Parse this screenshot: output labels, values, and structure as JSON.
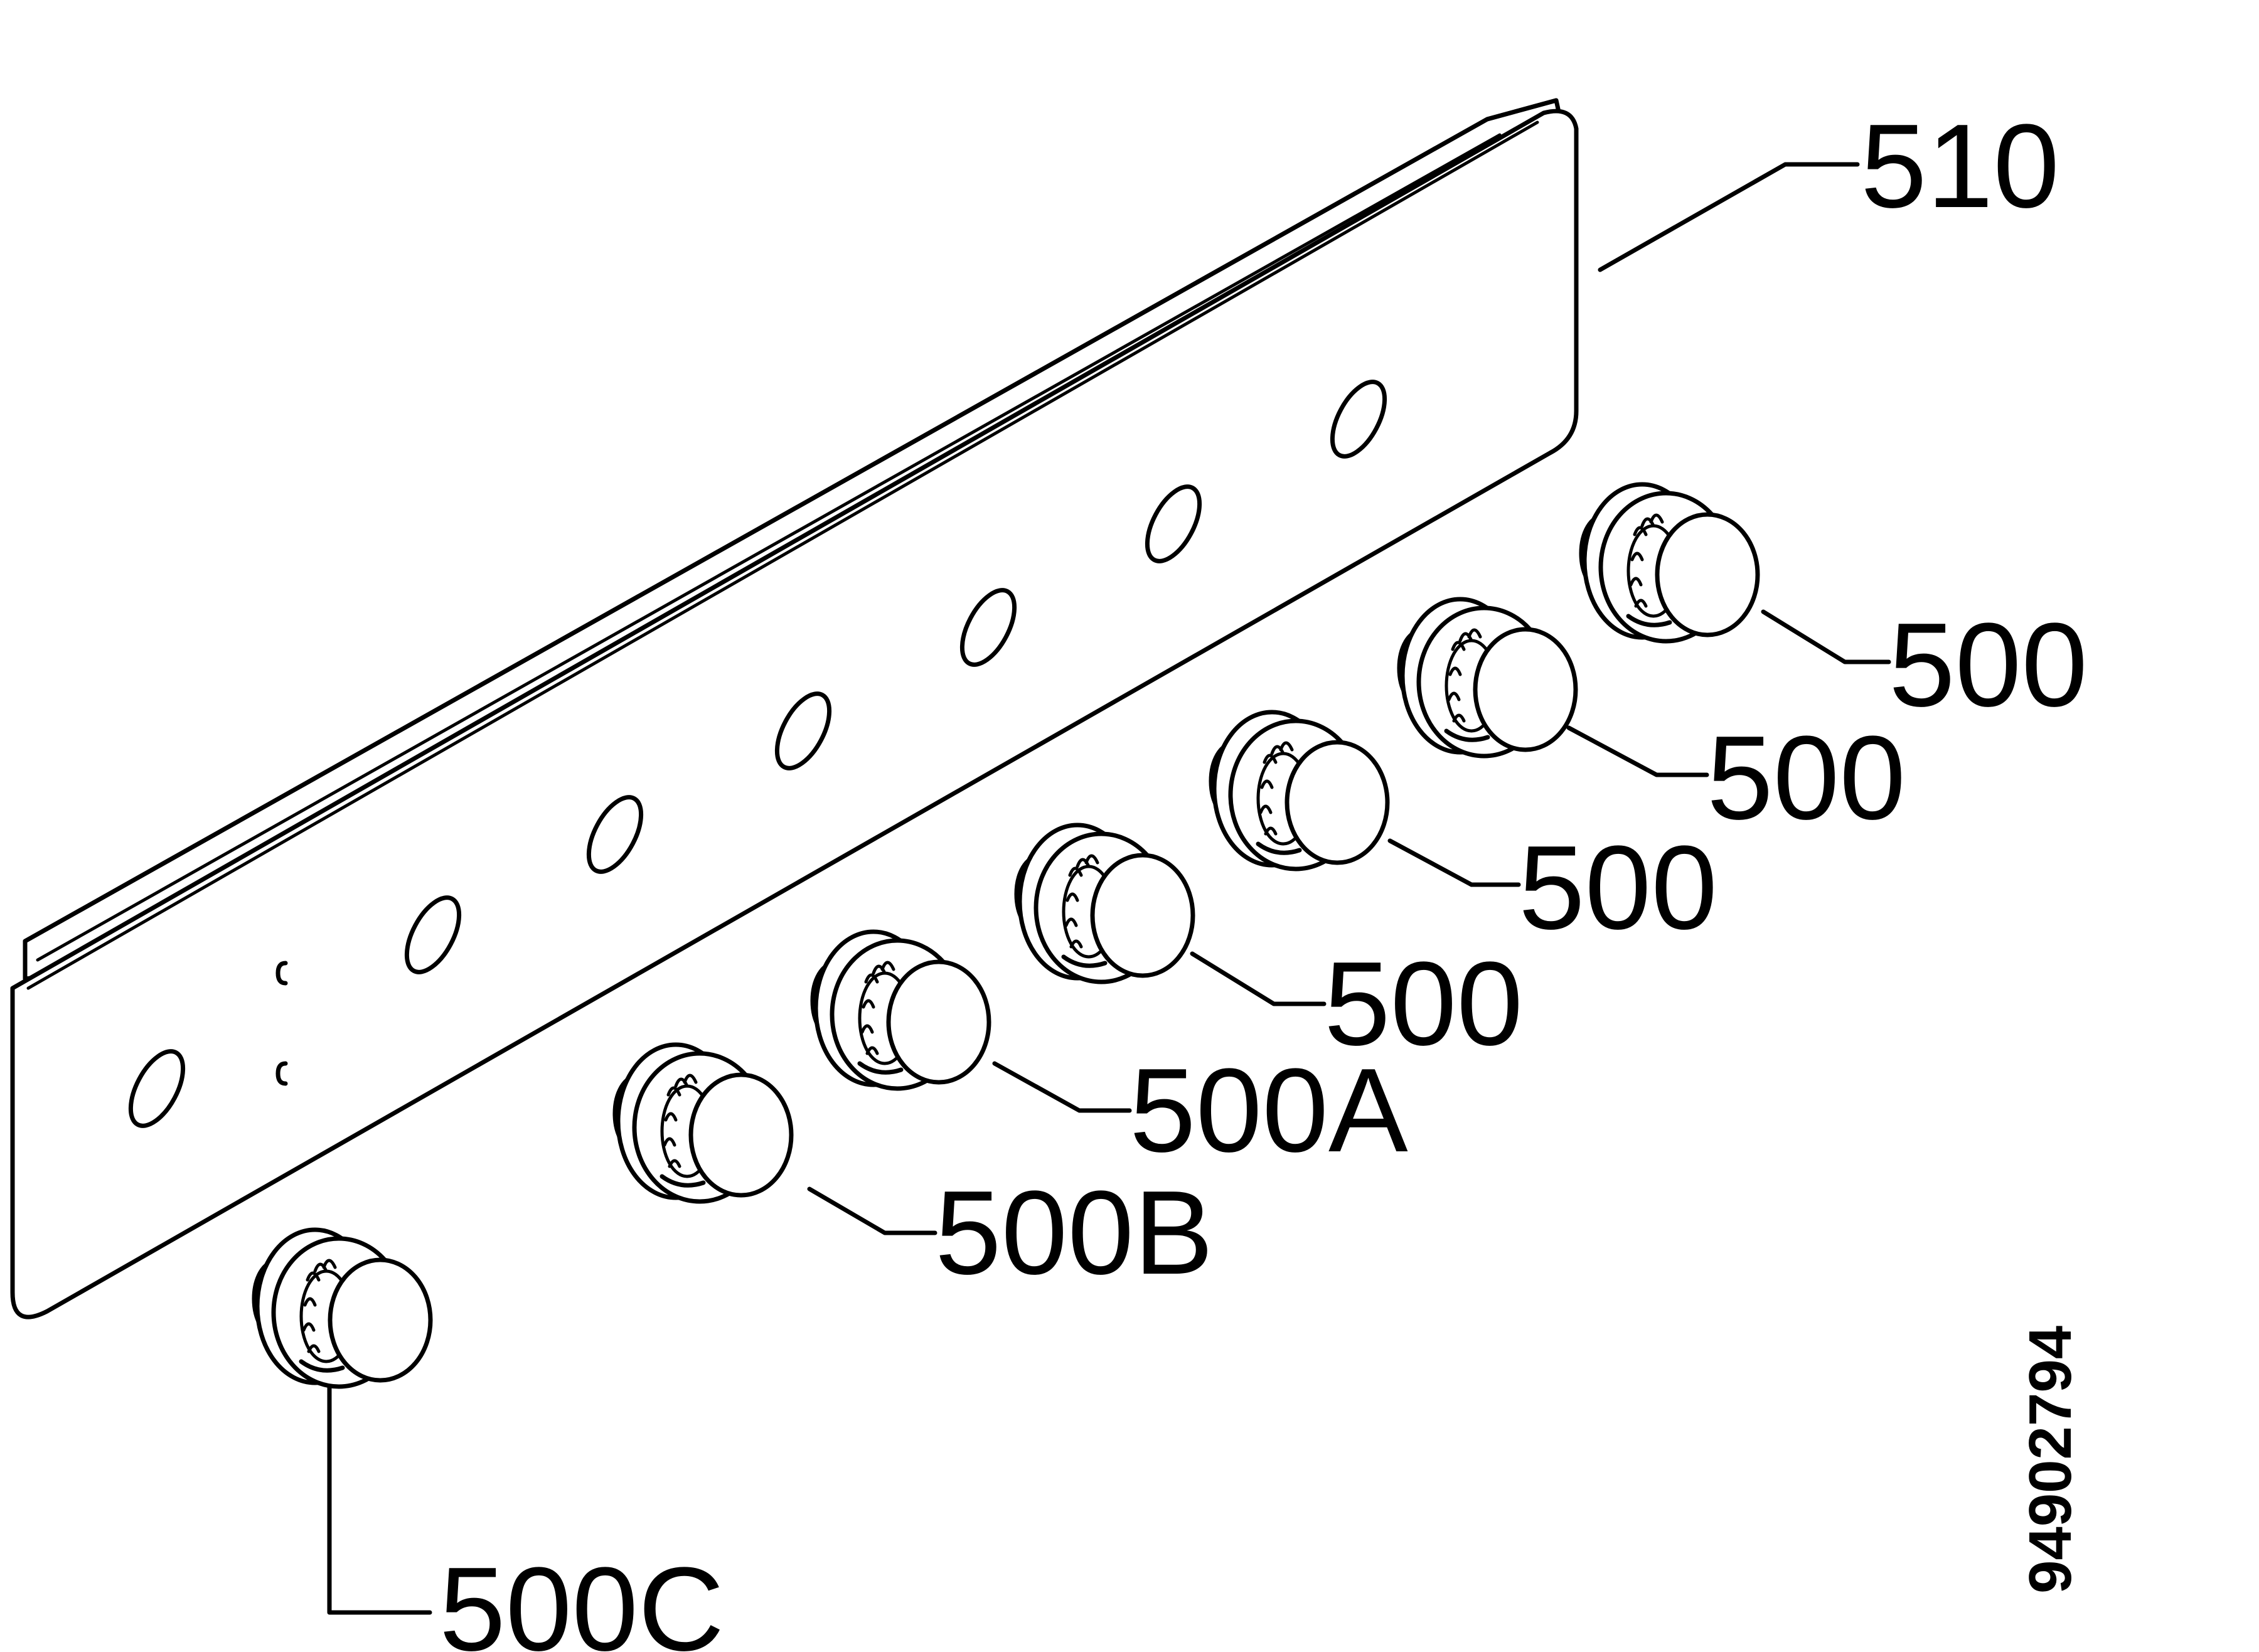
{
  "panel": {
    "name": "control panel",
    "label": "510"
  },
  "knobs": [
    {
      "label": "500"
    },
    {
      "label": "500"
    },
    {
      "label": "500"
    },
    {
      "label": "500"
    },
    {
      "label": "500A"
    },
    {
      "label": "500B"
    },
    {
      "label": "500C"
    }
  ],
  "drawing_number": "94902794"
}
